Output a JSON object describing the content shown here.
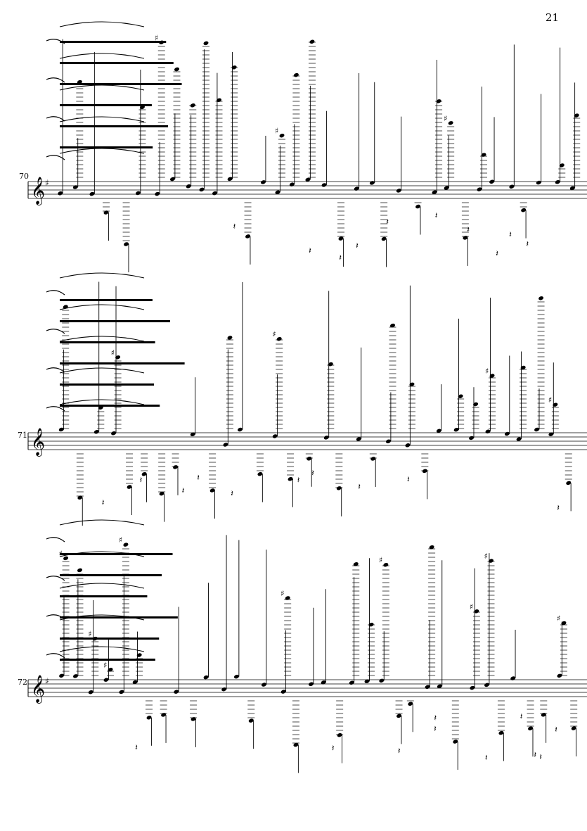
{
  "page": {
    "number": "21"
  },
  "systems": [
    {
      "measure": "70"
    },
    {
      "measure": "71"
    },
    {
      "measure": "72"
    }
  ],
  "colors": {
    "ink": "#000000",
    "paper": "#ffffff"
  }
}
